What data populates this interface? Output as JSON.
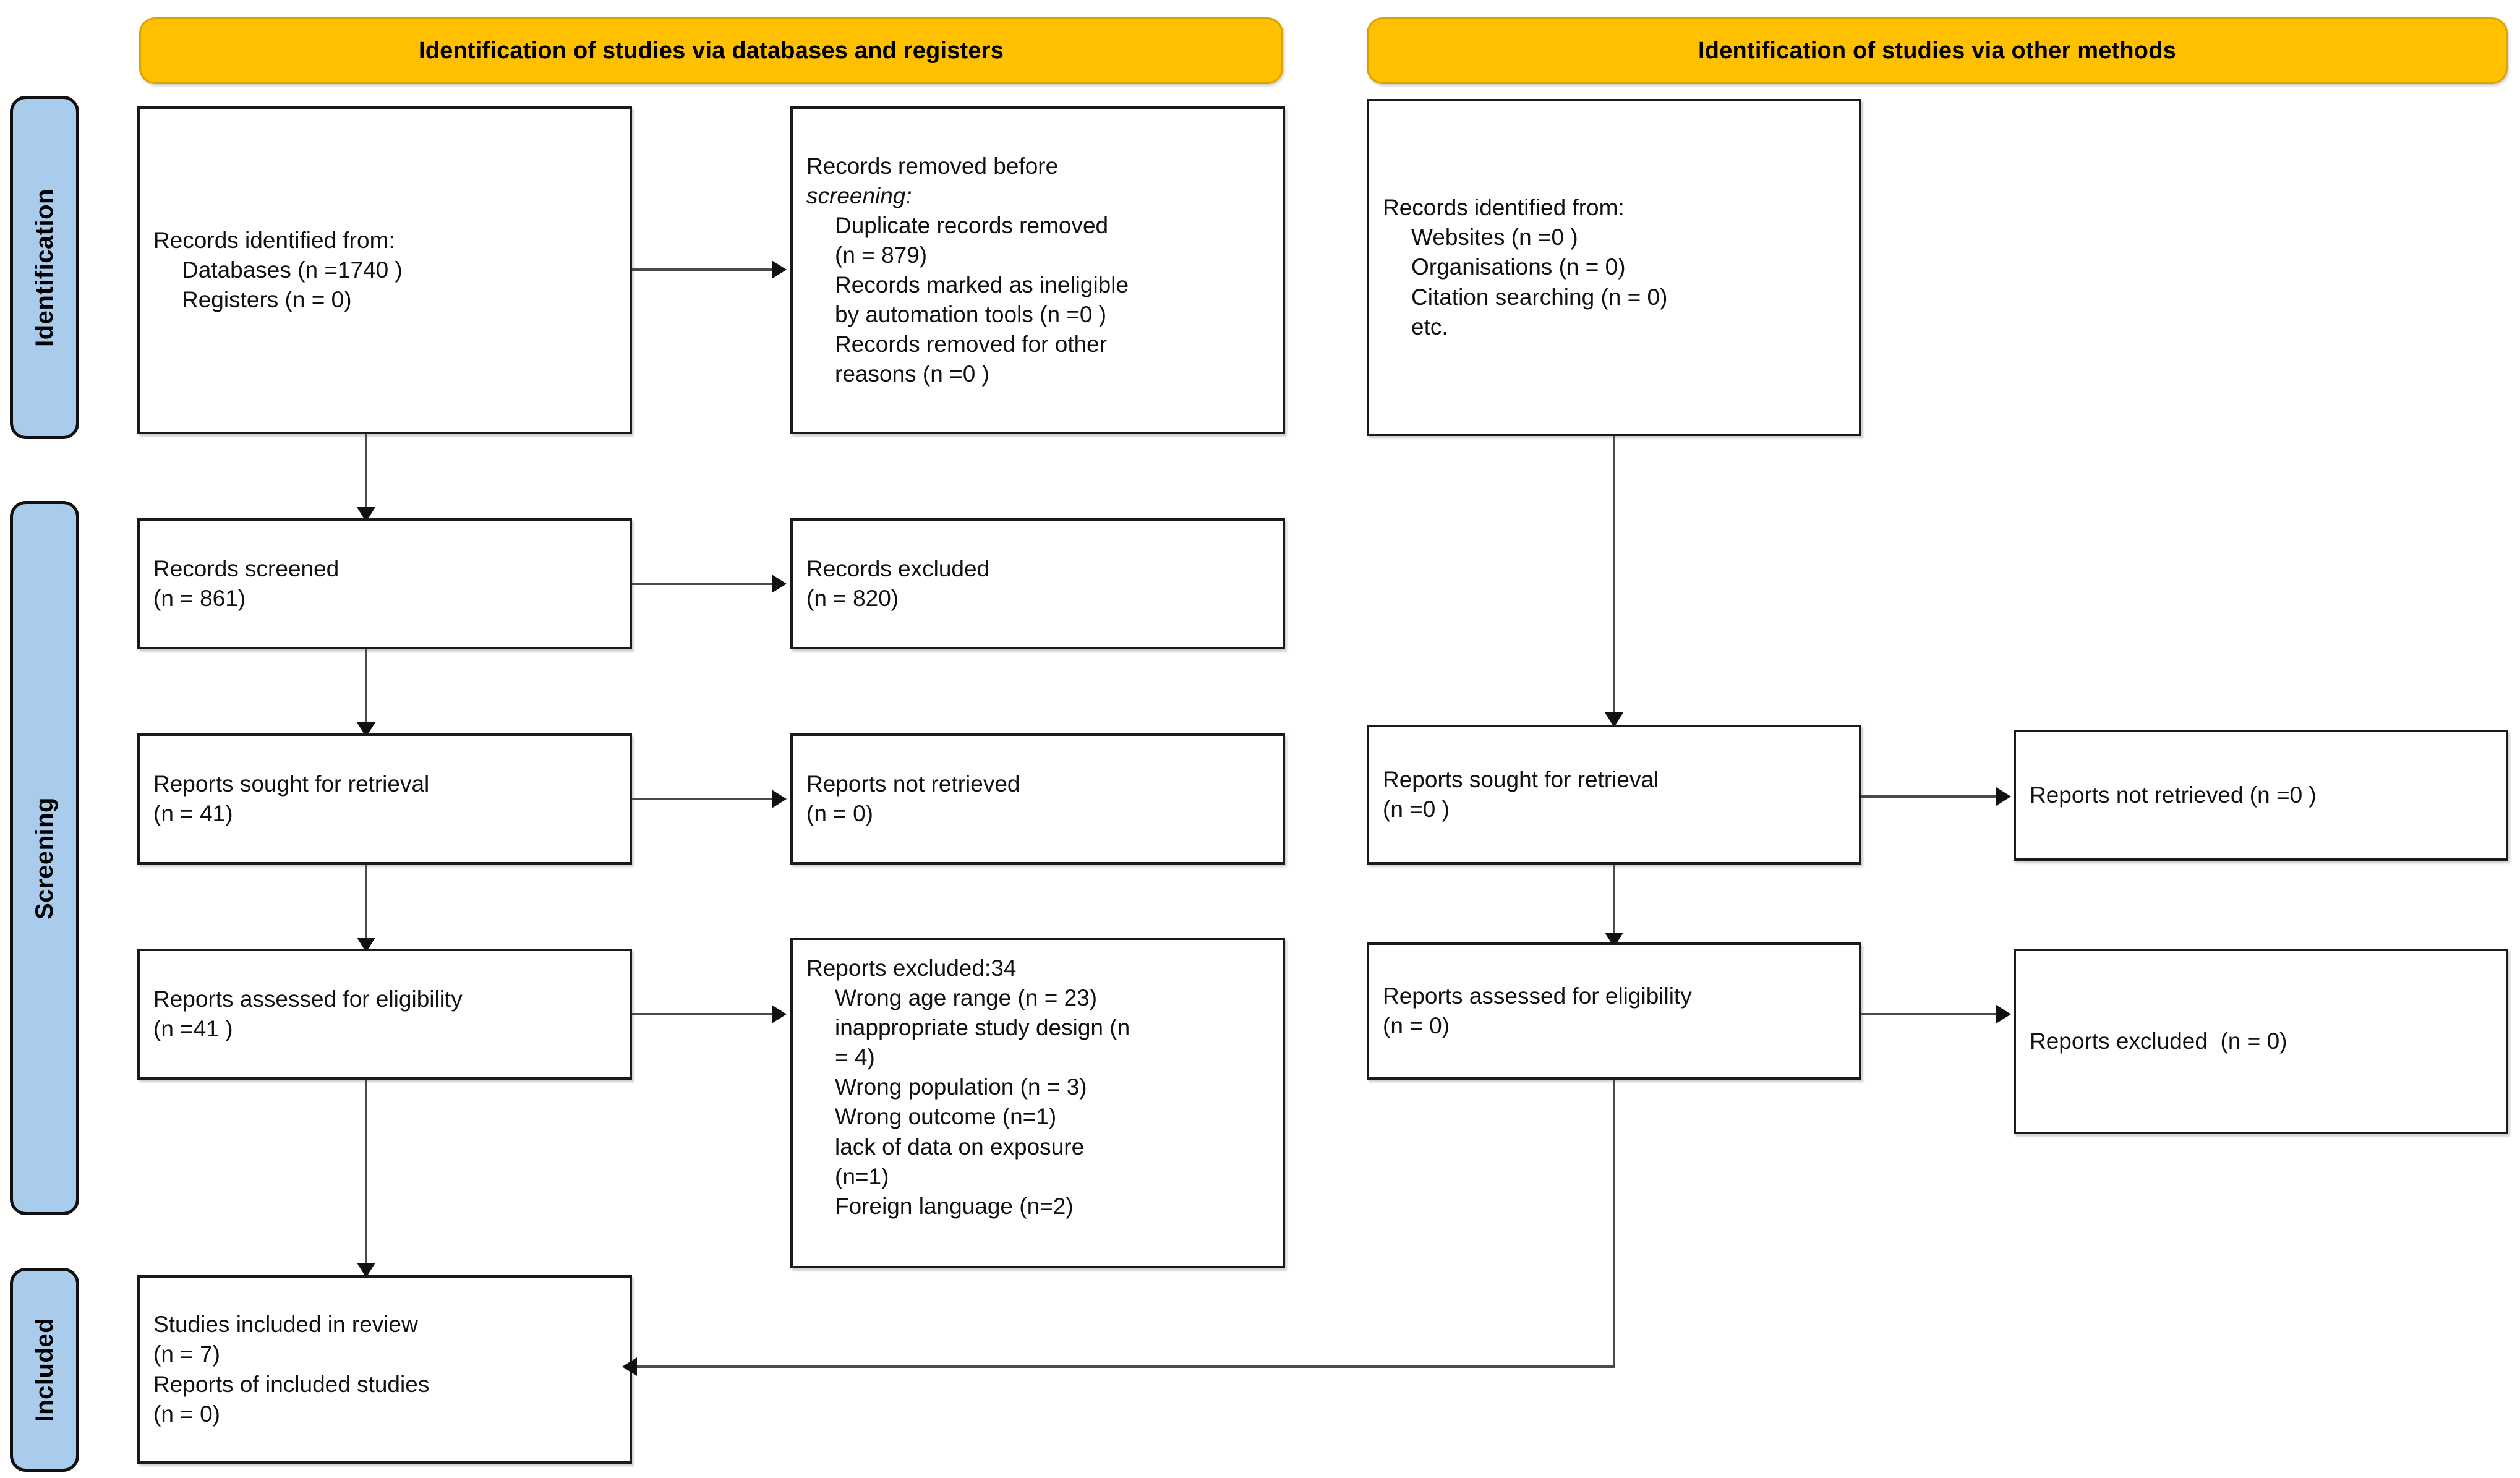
{
  "diagram": {
    "type": "prisma-flow-diagram",
    "banners": [
      {
        "id": "databases-registers",
        "label": "Identification of studies via databases and registers"
      },
      {
        "id": "other-methods",
        "label": "Identification of studies via other methods"
      }
    ],
    "stages": [
      {
        "id": "identification",
        "label": "Identification"
      },
      {
        "id": "screening",
        "label": "Screening"
      },
      {
        "id": "included",
        "label": "Included"
      }
    ],
    "colors": {
      "banner_fill": "#FFC000",
      "banner_border": "#D9A400",
      "stage_fill": "#A9CCEC",
      "stage_border": "#111111",
      "box_border": "#1a1a1a",
      "connector": "#4a4a4a"
    },
    "boxes": {
      "records_identified": {
        "lines": [
          {
            "text": "Records identified from:",
            "indent": false,
            "italic": false
          },
          {
            "text": "Databases (n =1740 )",
            "indent": true,
            "italic": false
          },
          {
            "text": "Registers (n = 0)",
            "indent": true,
            "italic": false
          }
        ]
      },
      "records_removed": {
        "lines": [
          {
            "text": "Records removed before",
            "indent": false,
            "italic": false
          },
          {
            "text": "screening:",
            "indent": false,
            "italic": true
          },
          {
            "text": "Duplicate records removed",
            "indent": true,
            "italic": false
          },
          {
            "text": "(n = 879)",
            "indent": true,
            "italic": false
          },
          {
            "text": "Records marked as ineligible",
            "indent": true,
            "italic": false
          },
          {
            "text": "by automation tools (n =0 )",
            "indent": true,
            "italic": false
          },
          {
            "text": "Records removed for other",
            "indent": true,
            "italic": false
          },
          {
            "text": "reasons (n =0 )",
            "indent": true,
            "italic": false
          }
        ]
      },
      "records_screened": {
        "lines": [
          {
            "text": "Records screened",
            "indent": false,
            "italic": false
          },
          {
            "text": "(n = 861)",
            "indent": false,
            "italic": false
          }
        ]
      },
      "records_excluded": {
        "lines": [
          {
            "text": "Records excluded",
            "indent": false,
            "italic": false
          },
          {
            "text": "(n = 820)",
            "indent": false,
            "italic": false
          }
        ]
      },
      "reports_sought_left": {
        "lines": [
          {
            "text": "Reports sought for retrieval",
            "indent": false,
            "italic": false
          },
          {
            "text": "(n = 41)",
            "indent": false,
            "italic": false
          }
        ]
      },
      "reports_not_retrieved_left": {
        "lines": [
          {
            "text": "Reports not retrieved",
            "indent": false,
            "italic": false
          },
          {
            "text": "(n = 0)",
            "indent": false,
            "italic": false
          }
        ]
      },
      "reports_assessed_left": {
        "lines": [
          {
            "text": "Reports assessed for eligibility",
            "indent": false,
            "italic": false
          },
          {
            "text": "(n =41 )",
            "indent": false,
            "italic": false
          }
        ]
      },
      "reports_excluded_detail": {
        "lines": [
          {
            "text": "Reports excluded:34",
            "indent": false,
            "italic": false
          },
          {
            "text": "Wrong age range (n = 23)",
            "indent": true,
            "italic": false
          },
          {
            "text": "inappropriate study design (n",
            "indent": true,
            "italic": false
          },
          {
            "text": "= 4)",
            "indent": true,
            "italic": false
          },
          {
            "text": "Wrong population (n = 3)",
            "indent": true,
            "italic": false
          },
          {
            "text": "Wrong outcome (n=1)",
            "indent": true,
            "italic": false
          },
          {
            "text": "lack of data on exposure",
            "indent": true,
            "italic": false
          },
          {
            "text": "(n=1)",
            "indent": true,
            "italic": false
          },
          {
            "text": "Foreign language (n=2)",
            "indent": true,
            "italic": false
          }
        ]
      },
      "studies_included": {
        "lines": [
          {
            "text": "Studies included in review",
            "indent": false,
            "italic": false
          },
          {
            "text": "(n = 7)",
            "indent": false,
            "italic": false
          },
          {
            "text": "Reports of included studies",
            "indent": false,
            "italic": false
          },
          {
            "text": "(n = 0)",
            "indent": false,
            "italic": false
          }
        ]
      },
      "records_identified_other": {
        "lines": [
          {
            "text": "Records identified from:",
            "indent": false,
            "italic": false
          },
          {
            "text": "Websites (n =0 )",
            "indent": true,
            "italic": false
          },
          {
            "text": "Organisations (n = 0)",
            "indent": true,
            "italic": false
          },
          {
            "text": "Citation searching (n = 0)",
            "indent": true,
            "italic": false
          },
          {
            "text": "etc.",
            "indent": true,
            "italic": false
          }
        ]
      },
      "reports_sought_right": {
        "lines": [
          {
            "text": "Reports sought for retrieval",
            "indent": false,
            "italic": false
          },
          {
            "text": "(n =0 )",
            "indent": false,
            "italic": false
          }
        ]
      },
      "reports_not_retrieved_right": {
        "lines": [
          {
            "text": "Reports not retrieved (n =0 )",
            "indent": false,
            "italic": false
          }
        ]
      },
      "reports_assessed_right": {
        "lines": [
          {
            "text": "Reports assessed for eligibility",
            "indent": false,
            "italic": false
          },
          {
            "text": "(n = 0)",
            "indent": false,
            "italic": false
          }
        ]
      },
      "reports_excluded_right": {
        "lines": [
          {
            "text": "Reports excluded  (n = 0)",
            "indent": false,
            "italic": false
          }
        ]
      }
    }
  }
}
